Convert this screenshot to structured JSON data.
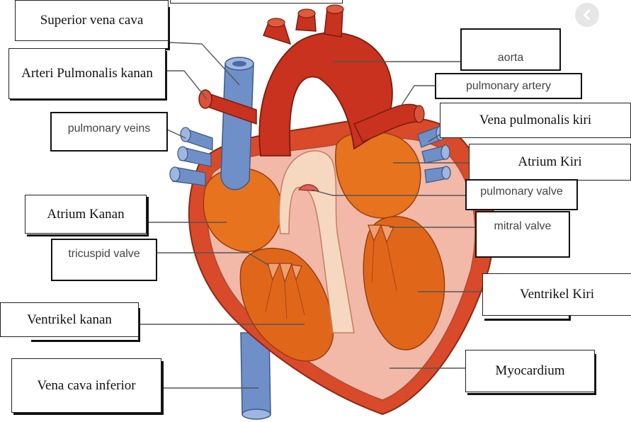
{
  "labels": {
    "superior_vena_cava": "Superior vena cava",
    "arteri_pulmonalis_kanan": "Arteri Pulmonalis kanan",
    "aorta": "aorta",
    "pulmonary_artery": "pulmonary artery",
    "pulmonary_veins": "pulmonary veins",
    "vena_pulmonalis_kiri": "Vena pulmonalis kiri",
    "atrium_kiri": "Atrium Kiri",
    "pulmonary_valve": "pulmonary valve",
    "atrium_kanan": "Atrium Kanan",
    "mitral_valve": "mitral valve",
    "tricuspid_valve": "tricuspid valve",
    "ventrikel_kiri": "Ventrikel Kiri",
    "ventrikel_kanan": "Ventrikel kanan",
    "myocardium": "Myocardium",
    "vena_cava_inferior": "Vena cava inferior"
  },
  "colors": {
    "artery_red": "#c8321e",
    "vein_blue": "#6f8fc8",
    "chamber_orange": "#e8731e",
    "myocardium_pink": "#f2b8a8",
    "septum_cream": "#f6d7bf"
  },
  "icons": {
    "back_button": "chevron-left-icon"
  }
}
